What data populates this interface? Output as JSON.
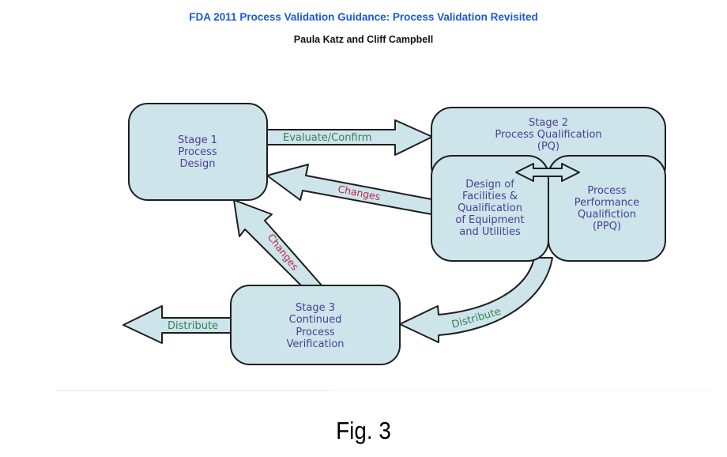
{
  "header": {
    "title": "FDA 2011 Process Validation Guidance: Process Validation Revisited",
    "authors": "Paula Katz and Cliff Campbell"
  },
  "diagram": {
    "stage1": {
      "lines": [
        "Stage 1",
        "Process",
        "Design"
      ]
    },
    "stage2": {
      "lines": [
        "Stage 2",
        "Process Qualification",
        "(PQ)"
      ]
    },
    "stage2_left": {
      "lines": [
        "Design of",
        "Facilities &",
        "Qualification",
        "of Equipment",
        "and Utilities"
      ]
    },
    "stage2_right": {
      "lines": [
        "Process",
        "Performance",
        "Qualifiction",
        "(PPQ)"
      ]
    },
    "stage3": {
      "lines": [
        "Stage 3",
        "Continued",
        "Process",
        "Verification"
      ]
    },
    "arrows": {
      "evaluate_confirm": "Evaluate/Confirm",
      "changes_from_stage2": "Changes",
      "changes_from_stage3": "Changes",
      "distribute_from_stage2": "Distribute",
      "distribute_out": "Distribute"
    },
    "colors": {
      "box_fill": "#cde4ea",
      "box_text": "#4a3e96",
      "positive_label": "#3a8055",
      "change_label": "#c0284a",
      "title": "#1a5ad6"
    }
  },
  "caption": "Fig. 3"
}
